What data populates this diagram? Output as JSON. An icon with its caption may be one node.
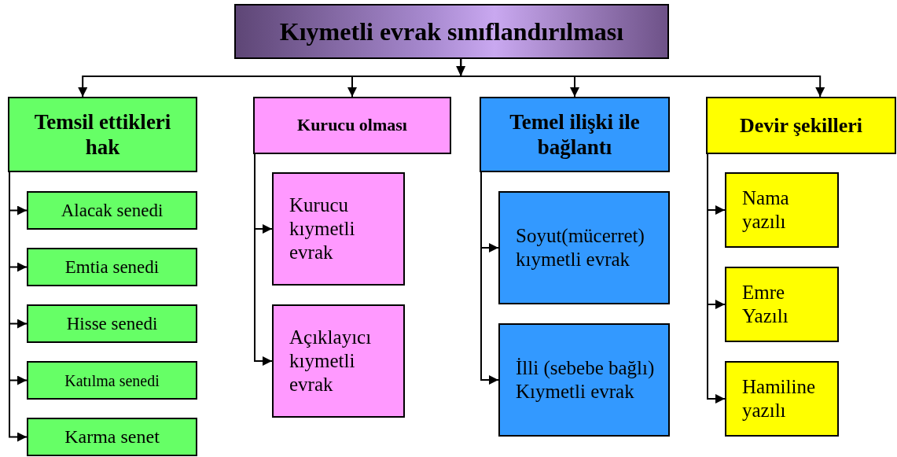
{
  "diagram": {
    "nodes": [
      {
        "text": [
          "Kıymetli evrak sınıflandırılması"
        ]
      },
      {
        "text": [
          "Temsil ettikleri hak"
        ]
      },
      {
        "text": [
          "Alacak senedi"
        ]
      },
      {
        "text": [
          "Emtia senedi"
        ]
      },
      {
        "text": [
          "Hisse senedi"
        ]
      },
      {
        "text": [
          "Katılma senedi"
        ]
      },
      {
        "text": [
          "Karma senet"
        ]
      },
      {
        "text": [
          "Kurucu olması"
        ]
      },
      {
        "text": [
          "Kurucu kıymetli evrak"
        ]
      },
      {
        "text": [
          "Açıklayıcı kıymetli evrak"
        ]
      },
      {
        "text": [
          "Temel ilişki ile bağlantı"
        ]
      },
      {
        "text": [
          "Soyut(mücerret) kıymetli evrak"
        ]
      },
      {
        "text": [
          "İlli (sebebe bağlı) Kıymetli evrak"
        ]
      },
      {
        "text": [
          "Devir şekilleri"
        ]
      },
      {
        "text": [
          "Nama yazılı"
        ]
      },
      {
        "text": [
          "Emre Yazılı"
        ]
      },
      {
        "text": [
          "Hamiline yazılı"
        ]
      }
    ],
    "edges": [
      {
        "from": 0,
        "to": 1,
        "arrow": "to"
      },
      {
        "from": 0,
        "to": 7,
        "arrow": "to"
      },
      {
        "from": 0,
        "to": 10,
        "arrow": "to"
      },
      {
        "from": 0,
        "to": 13,
        "arrow": "to"
      },
      {
        "from": 1,
        "to": 2,
        "arrow": "to"
      },
      {
        "from": 1,
        "to": 3,
        "arrow": "to"
      },
      {
        "from": 1,
        "to": 4,
        "arrow": "to"
      },
      {
        "from": 1,
        "to": 5,
        "arrow": "to"
      },
      {
        "from": 1,
        "to": 6,
        "arrow": "to"
      },
      {
        "from": 7,
        "to": 8,
        "arrow": "to"
      },
      {
        "from": 7,
        "to": 9,
        "arrow": "to"
      },
      {
        "from": 10,
        "to": 11,
        "arrow": "to"
      },
      {
        "from": 10,
        "to": 12,
        "arrow": "to"
      },
      {
        "from": 13,
        "to": 14,
        "arrow": "to"
      },
      {
        "from": 13,
        "to": 15,
        "arrow": "to"
      },
      {
        "from": 13,
        "to": 16,
        "arrow": "to"
      }
    ]
  }
}
